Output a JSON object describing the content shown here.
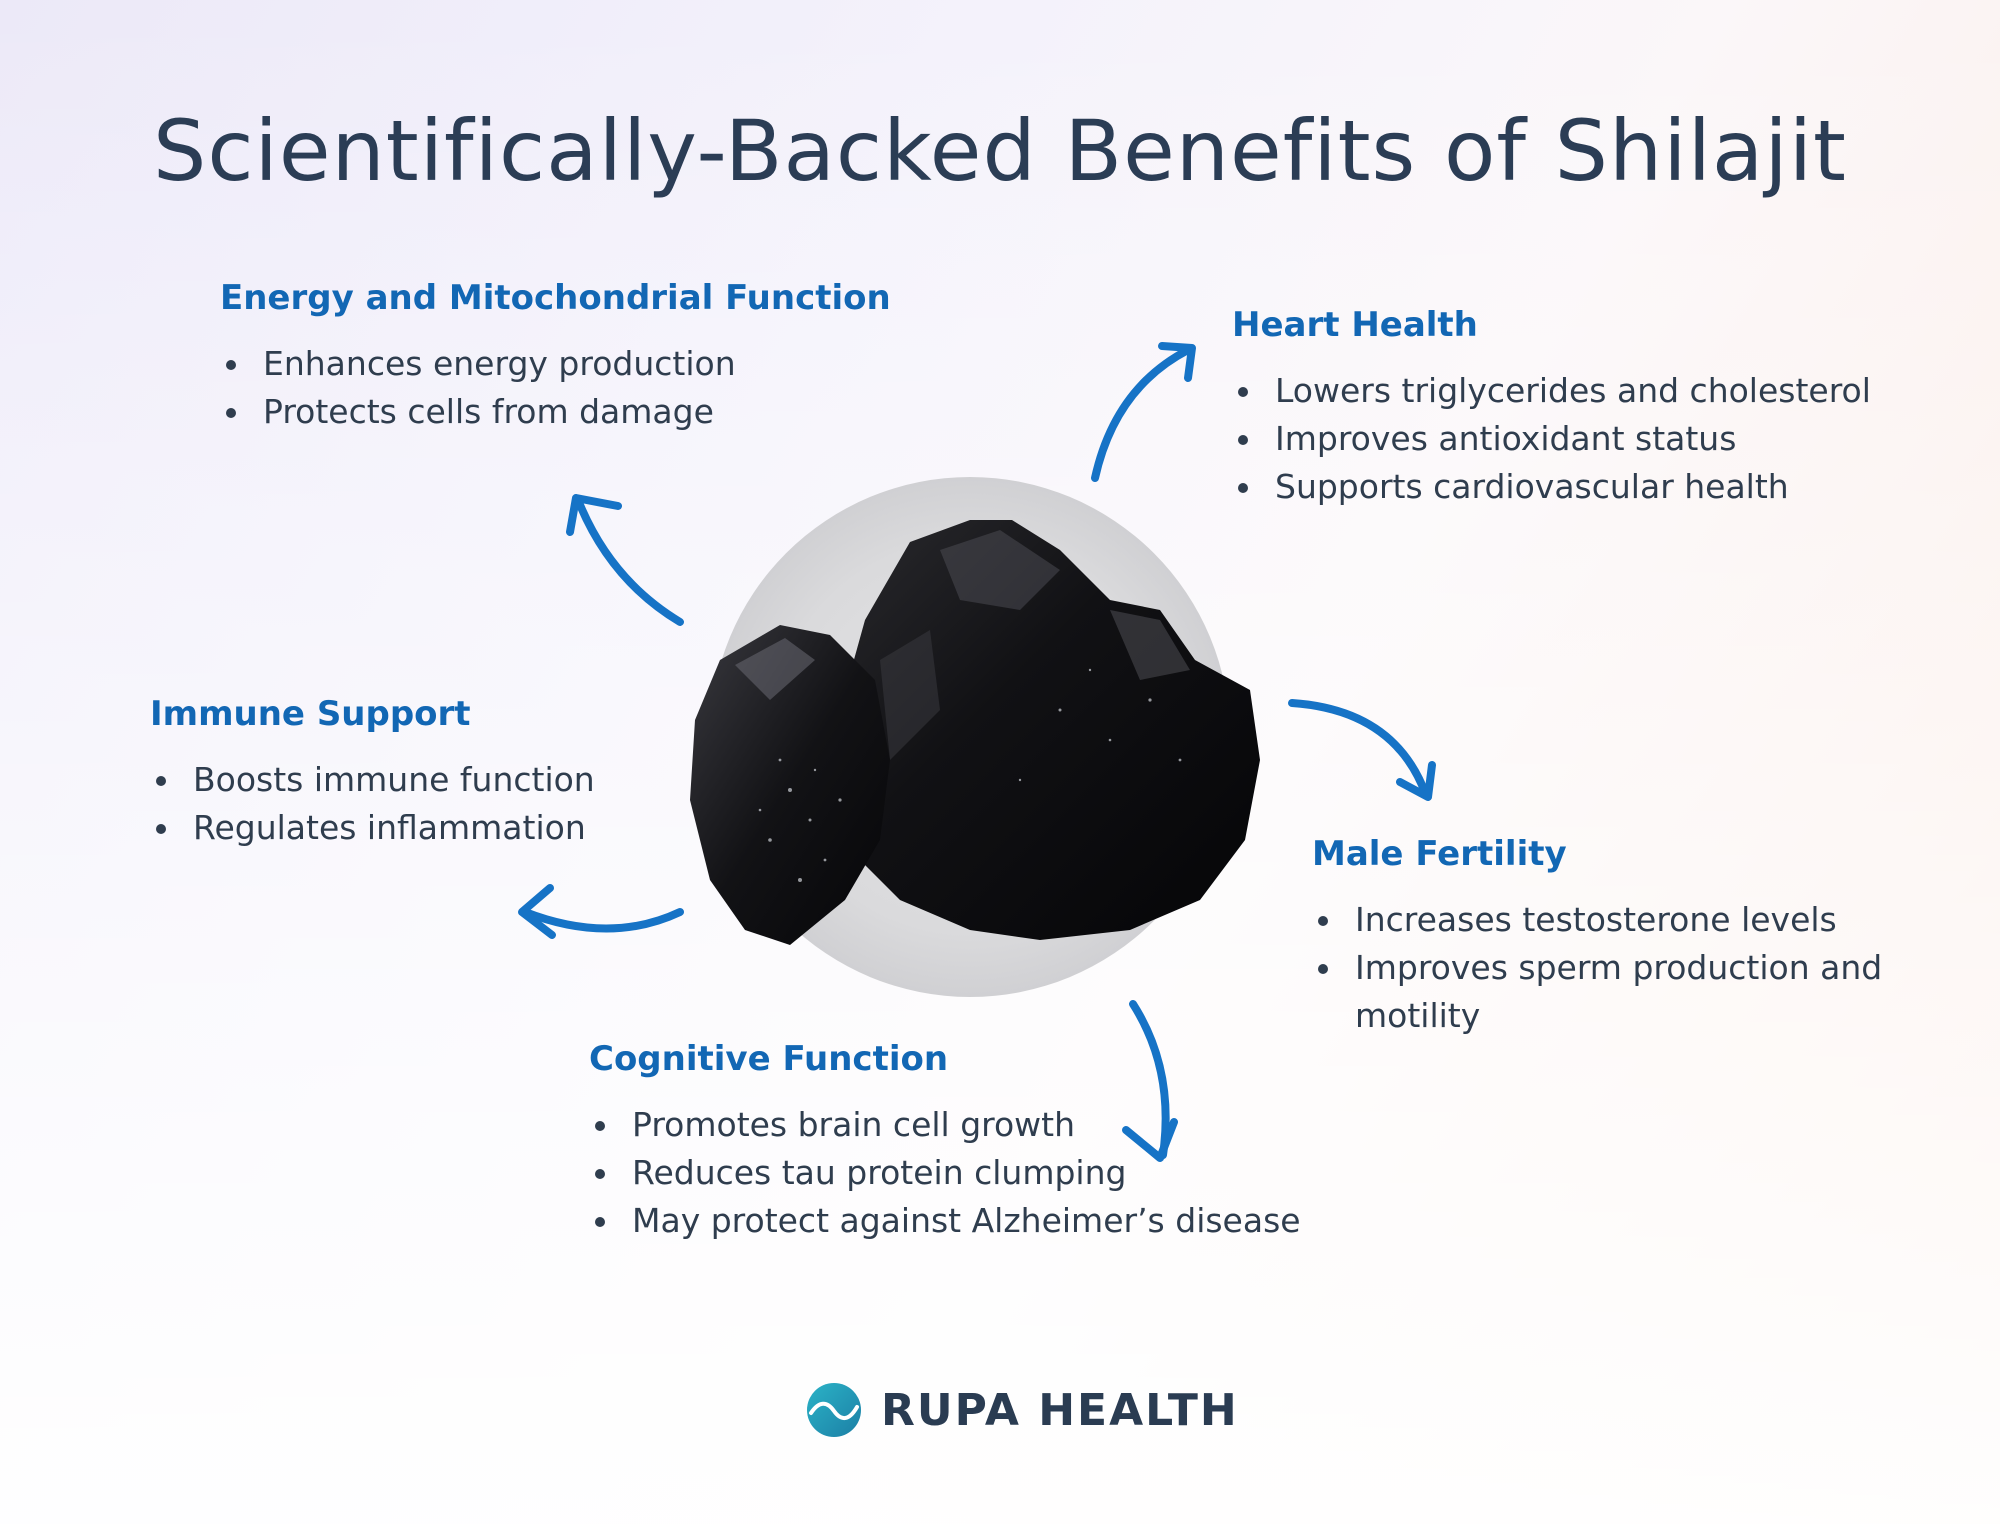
{
  "title": "Scientifically-Backed Benefits of Shilajit",
  "accent_color": "#1267b4",
  "text_color": "#2f3d4e",
  "benefits": {
    "energy": {
      "heading": "Energy and Mitochondrial Function",
      "points": [
        "Enhances energy production",
        "Protects cells from damage"
      ]
    },
    "heart": {
      "heading": "Heart Health",
      "points": [
        "Lowers triglycerides and cholesterol",
        "Improves antioxidant status",
        "Supports cardiovascular health"
      ]
    },
    "immune": {
      "heading": "Immune Support",
      "points": [
        "Boosts immune function",
        "Regulates inflammation"
      ]
    },
    "male": {
      "heading": "Male Fertility",
      "points": [
        "Increases testosterone levels",
        "Improves sperm production and motility"
      ]
    },
    "cognitive": {
      "heading": "Cognitive Function",
      "points": [
        "Promotes  brain cell growth",
        "Reduces tau protein clumping",
        "May protect against Alzheimer’s disease"
      ]
    }
  },
  "logo": {
    "text": "RUPA HEALTH",
    "icon": "rupa-wave-icon"
  }
}
